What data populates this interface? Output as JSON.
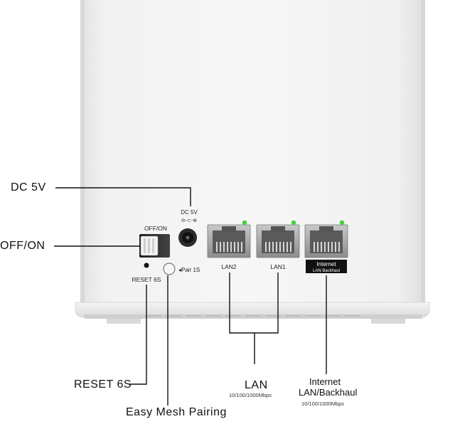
{
  "device": {
    "dc_port_label": "DC 5V",
    "dc_polarity_symbol": "⊖-⊂-⊕",
    "switch_label": "OFF/ON",
    "reset_label": "RESET 6S",
    "pair_label": "◂Pair 1S",
    "ports": [
      {
        "label": "LAN2",
        "led_color": "#3fd23f"
      },
      {
        "label": "LAN1",
        "led_color": "#3fd23f"
      },
      {
        "label": "Internet",
        "sublabel": "LAN Backhaul",
        "led_color": "#3fd23f",
        "tagged": true
      }
    ]
  },
  "callouts": {
    "dc": "DC 5V",
    "switch": "OFF/ON",
    "reset": "RESET 6S",
    "pair": "Easy Mesh Pairing",
    "lan": {
      "title": "LAN",
      "speed": "10/100/1000Mbps"
    },
    "internet": {
      "title_line1": "Internet",
      "title_line2": "LAN/Backhaul",
      "speed": "10/100/1000Mbps"
    }
  }
}
